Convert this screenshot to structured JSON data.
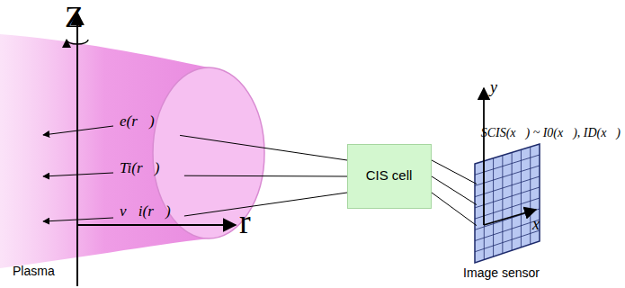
{
  "diagram": {
    "nodes": [
      {
        "text": [
          "Plasma",
          "e(r⃗)",
          "Ti(r⃗)",
          "v⃗i(r⃗)"
        ]
      },
      {
        "text": [
          "CIS cell"
        ]
      },
      {
        "text": [
          "Image sensor"
        ]
      }
    ],
    "edges": [
      {
        "from": 0,
        "to": 1,
        "arrow": "none"
      },
      {
        "from": 0,
        "to": 1,
        "arrow": "none"
      },
      {
        "from": 0,
        "to": 1,
        "arrow": "none"
      },
      {
        "from": 1,
        "to": 2,
        "arrow": "none"
      },
      {
        "from": 1,
        "to": 2,
        "arrow": "none"
      },
      {
        "from": 1,
        "to": 2,
        "arrow": "none"
      }
    ],
    "labels": [
      "Z",
      "r",
      "y",
      "x",
      "SCIS(x⃗) ~ I0(x⃗), ID(x⃗)"
    ]
  }
}
